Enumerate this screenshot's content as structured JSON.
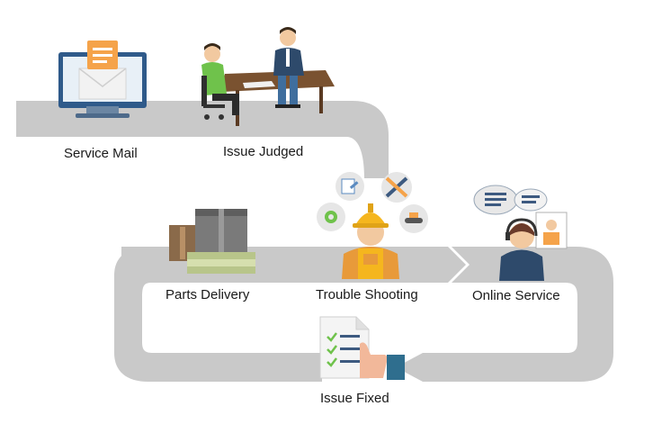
{
  "steps": {
    "service_mail": "Service Mail",
    "issue_judged": "Issue Judged",
    "trouble_shooting": "Trouble Shooting",
    "parts_delivery": "Parts Delivery",
    "online_service": "Online Service",
    "issue_fixed": "Issue Fixed"
  },
  "colors": {
    "track": "#c9c9c9",
    "accent_orange": "#f5a34a",
    "helmet": "#f5b61e",
    "green": "#6fc24b",
    "navy": "#2e4a6b",
    "desk": "#7a5230"
  }
}
